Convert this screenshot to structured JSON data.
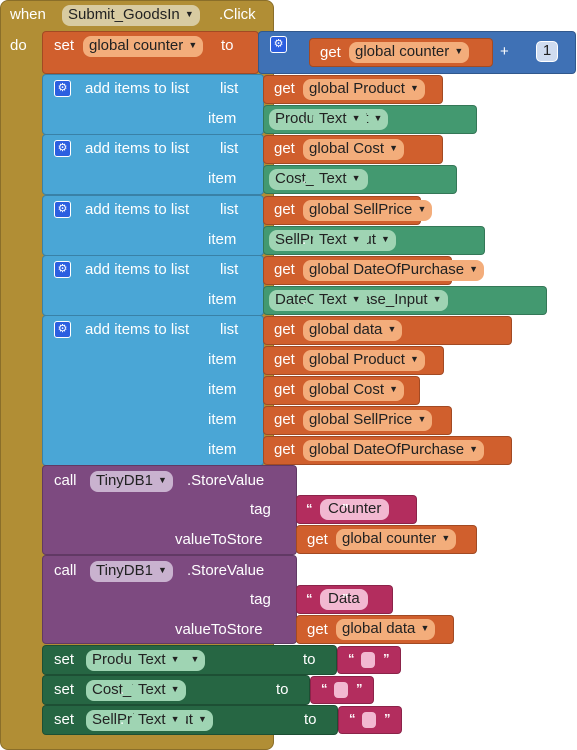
{
  "event": {
    "when": "when",
    "component": "Submit_GoodsIn",
    "event_name": ".Click",
    "do": "do"
  },
  "set_counter": {
    "set": "set",
    "var": "global counter",
    "to": "to",
    "get": "get",
    "get_var": "global counter",
    "op": "+",
    "num": "1"
  },
  "add_items": [
    {
      "title": "add items to list",
      "list_label": "list",
      "get": "get",
      "list_var": "global Product",
      "items": [
        {
          "label": "item",
          "kind": "comp",
          "component": "Product_Input",
          "dot": ".",
          "prop": "Text"
        }
      ]
    },
    {
      "title": "add items to list",
      "list_label": "list",
      "get": "get",
      "list_var": "global Cost",
      "items": [
        {
          "label": "item",
          "kind": "comp",
          "component": "Cost_Input",
          "dot": ".",
          "prop": "Text"
        }
      ]
    },
    {
      "title": "add items to list",
      "list_label": "list",
      "get": "get",
      "list_var": "global SellPrice",
      "items": [
        {
          "label": "item",
          "kind": "comp",
          "component": "SellPrice_Input",
          "dot": ".",
          "prop": "Text"
        }
      ]
    },
    {
      "title": "add items to list",
      "list_label": "list",
      "get": "get",
      "list_var": "global DateOfPurchase",
      "items": [
        {
          "label": "item",
          "kind": "comp",
          "component": "DateOfPurchase_Input",
          "dot": ".",
          "prop": "Text"
        }
      ]
    },
    {
      "title": "add items to list",
      "list_label": "list",
      "get": "get",
      "list_var": "global data",
      "items": [
        {
          "label": "item",
          "kind": "get",
          "get": "get",
          "var": "global Product"
        },
        {
          "label": "item",
          "kind": "get",
          "get": "get",
          "var": "global Cost"
        },
        {
          "label": "item",
          "kind": "get",
          "get": "get",
          "var": "global SellPrice"
        },
        {
          "label": "item",
          "kind": "get",
          "get": "get",
          "var": "global DateOfPurchase"
        }
      ]
    }
  ],
  "store": [
    {
      "call": "call",
      "component": "TinyDB1",
      "method": ".StoreValue",
      "tag_label": "tag",
      "tag_value": "Counter",
      "value_label": "valueToStore",
      "get": "get",
      "value_var": "global counter"
    },
    {
      "call": "call",
      "component": "TinyDB1",
      "method": ".StoreValue",
      "tag_label": "tag",
      "tag_value": "Data",
      "value_label": "valueToStore",
      "get": "get",
      "value_var": "global data"
    }
  ],
  "set_props": [
    {
      "set": "set",
      "component": "Product_Input",
      "dot": ".",
      "prop": "Text",
      "to": "to"
    },
    {
      "set": "set",
      "component": "Cost_Input",
      "dot": ".",
      "prop": "Text",
      "to": "to"
    },
    {
      "set": "set",
      "component": "SellPrice_Input",
      "dot": ".",
      "prop": "Text",
      "to": "to"
    }
  ],
  "quote": "“",
  "quote_close": "”",
  "dropdown_arrow": "▼",
  "gear_icon": "⚙",
  "colors": {
    "event": "#b18e35",
    "variable": "#d05f2d",
    "lists": "#4aa6d6",
    "math": "#3f71b5",
    "component_get": "#439970",
    "component_set": "#266643",
    "tinydb": "#7d4a80",
    "text": "#b32d5e"
  }
}
